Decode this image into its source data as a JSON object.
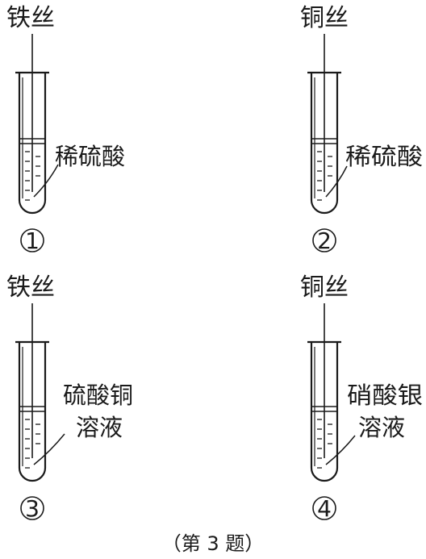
{
  "experiments": [
    {
      "id": 1,
      "wire_label": "铁丝",
      "solution_lines": [
        "稀硫酸"
      ],
      "number": "1"
    },
    {
      "id": 2,
      "wire_label": "铜丝",
      "solution_lines": [
        "稀硫酸"
      ],
      "number": "2"
    },
    {
      "id": 3,
      "wire_label": "铁丝",
      "solution_lines": [
        "硫酸铜",
        "溶液"
      ],
      "number": "3"
    },
    {
      "id": 4,
      "wire_label": "铜丝",
      "solution_lines": [
        "硝酸银",
        "溶液"
      ],
      "number": "4"
    }
  ],
  "caption": "（第 3 题）"
}
